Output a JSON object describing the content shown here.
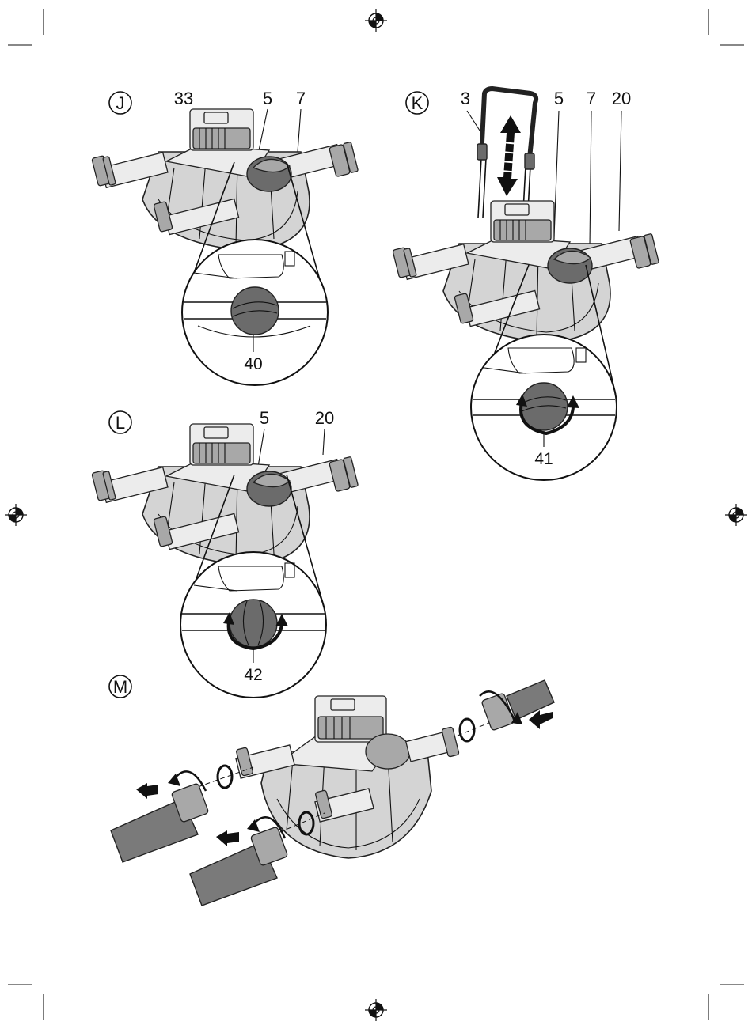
{
  "panels": {
    "J": {
      "letter": "J",
      "callouts": [
        "33",
        "5",
        "7"
      ],
      "detail_label": "40"
    },
    "K": {
      "letter": "K",
      "callouts": [
        "3",
        "5",
        "7",
        "20"
      ],
      "detail_label": "41"
    },
    "L": {
      "letter": "L",
      "callouts": [
        "5",
        "20"
      ],
      "detail_label": "42"
    },
    "M": {
      "letter": "M"
    }
  },
  "colors": {
    "pump_body": "#d4d4d4",
    "knob": "#6b6b6b",
    "line": "#111111"
  },
  "icons": [
    "registration-mark-icon",
    "rotation-arrow-icon",
    "push-arrow-icon",
    "pull-arrow-icon",
    "double-arrow-icon"
  ]
}
